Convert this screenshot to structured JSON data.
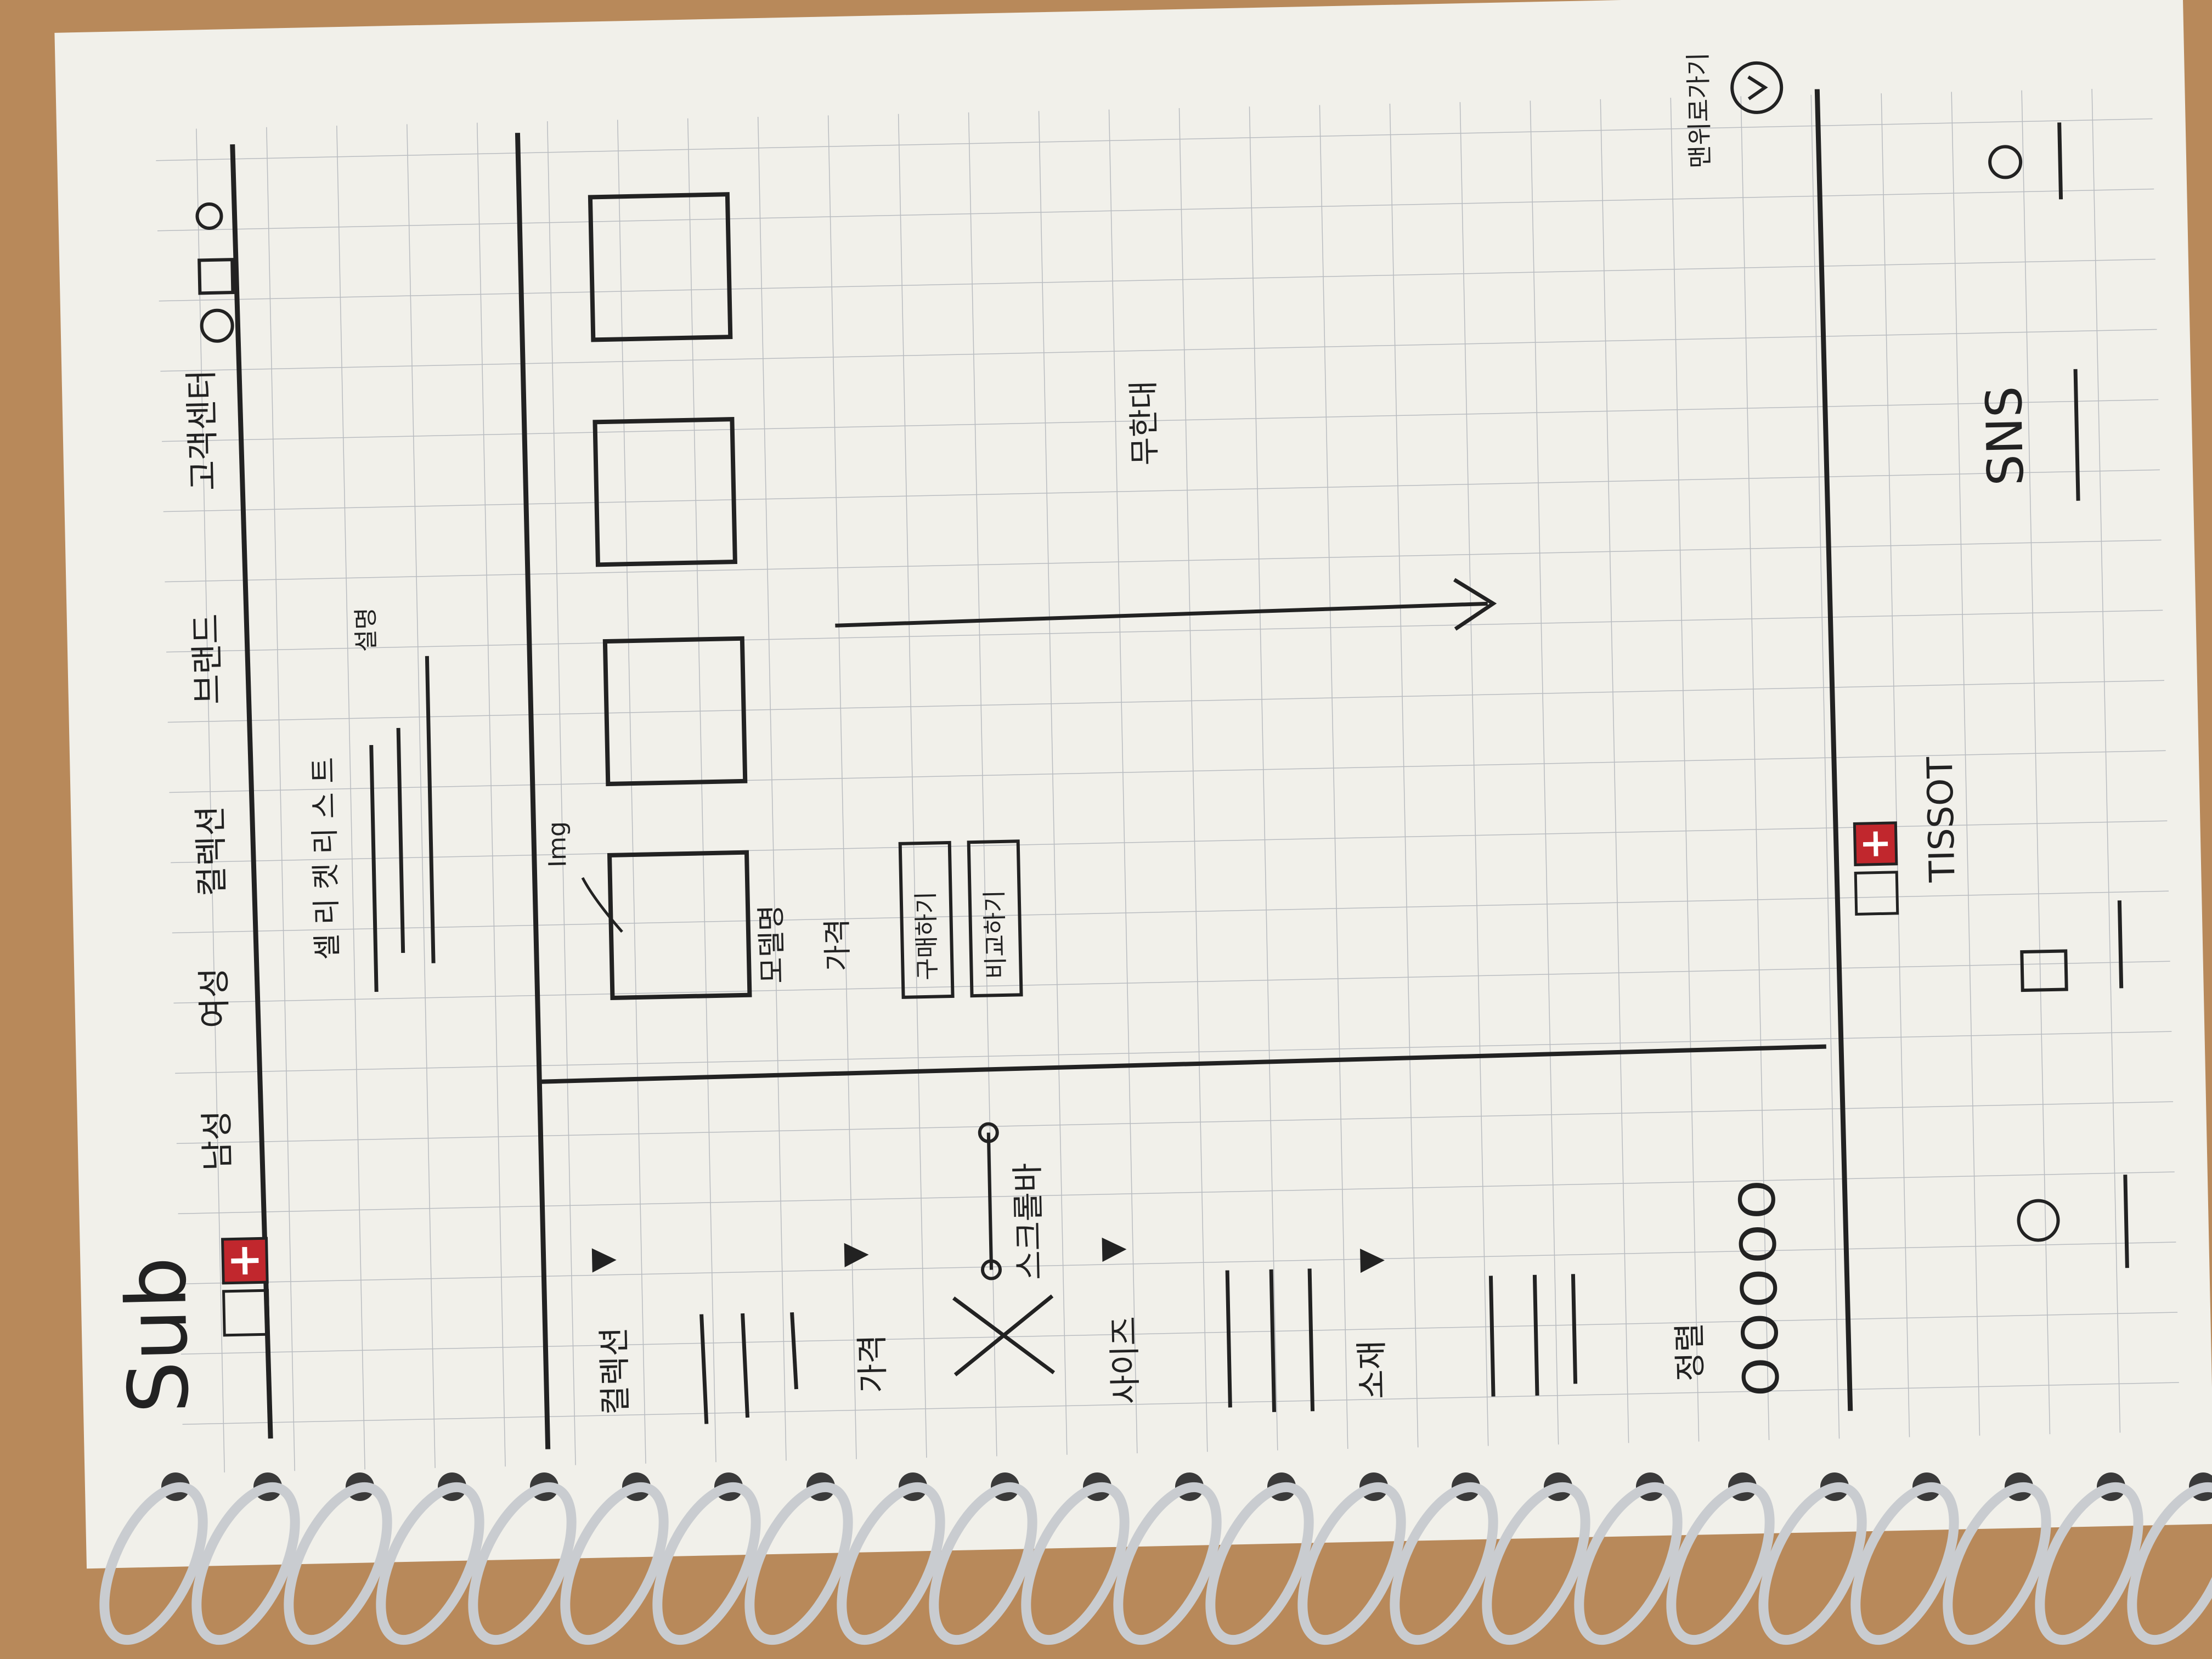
{
  "sheet": {
    "corner_label": "Sub",
    "header": {
      "nav_items": [
        "남성",
        "여성",
        "컬렉션",
        "브랜드",
        "고객센터"
      ],
      "sub_label": "셀 리 켓 리 스 트",
      "sub_note": "설명"
    },
    "filters": {
      "groups": [
        {
          "label": "컬렉션",
          "arrow": "▼"
        },
        {
          "label": "가격",
          "arrow": "▼"
        },
        {
          "label": "사이즈",
          "arrow": "▼"
        },
        {
          "label": "소재",
          "arrow": "▼"
        }
      ],
      "slider_note": "스크롤바",
      "sort_label": "정렬",
      "sort_options": "OOOOO"
    },
    "product": {
      "img_note": "Img",
      "name_label": "모델명",
      "price_label": "가격",
      "buttons": [
        "구매하기",
        "비교하기"
      ]
    },
    "scroll_note": "무한대",
    "footer": {
      "brand": "TISSOT",
      "sns_label": "SNS",
      "top_label": "맨위로가기",
      "top_icon": "chevron-up-circle-icon"
    }
  },
  "colors": {
    "desk": "#b8895a",
    "paper": "#f1f0ea",
    "grid": "#b9bcc0",
    "ink": "#222222",
    "logo_red": "#c1272d",
    "ring": "#c9ccd0"
  }
}
